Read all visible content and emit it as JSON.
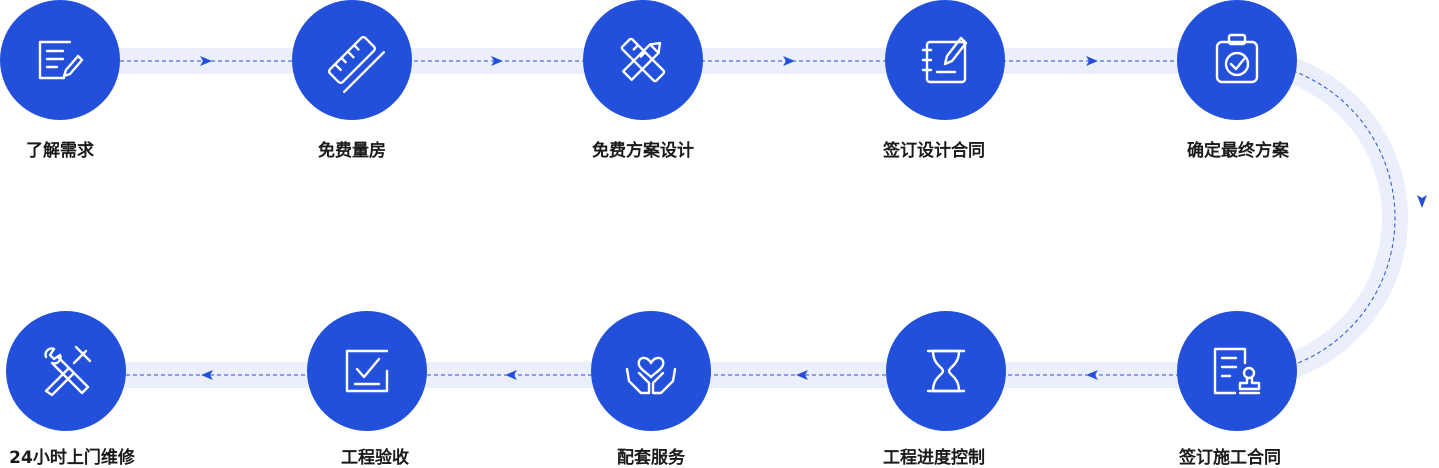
{
  "colors": {
    "node": "#2350db",
    "track": "#eaeffb",
    "dash": "#2350db",
    "label": "#1a1a1a"
  },
  "steps": [
    {
      "label": "了解需求",
      "icon": "document-edit-icon"
    },
    {
      "label": "免费量房",
      "icon": "ruler-icon"
    },
    {
      "label": "免费方案设计",
      "icon": "pencil-ruler-icon"
    },
    {
      "label": "签订设计合同",
      "icon": "notebook-pen-icon"
    },
    {
      "label": "确定最终方案",
      "icon": "clipboard-check-icon"
    },
    {
      "label": "签订施工合同",
      "icon": "contract-stamp-icon"
    },
    {
      "label": "工程进度控制",
      "icon": "hourglass-icon"
    },
    {
      "label": "配套服务",
      "icon": "hands-heart-icon"
    },
    {
      "label": "工程验收",
      "icon": "checkbox-icon"
    },
    {
      "label": "24小时上门维修",
      "icon": "tools-icon"
    }
  ]
}
